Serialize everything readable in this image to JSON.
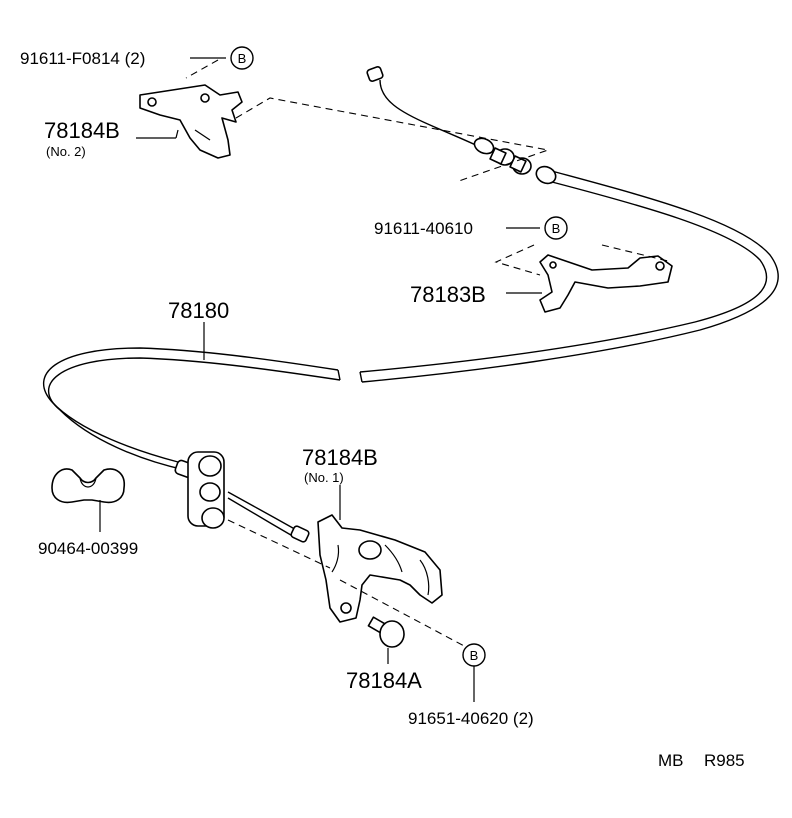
{
  "labels": {
    "bolt_top": "91611-F0814 (2)",
    "bracket_upper": "78184B",
    "bracket_upper_sub": "(No. 2)",
    "bolt_mid": "91611-40610",
    "bracket_78183b": "78183B",
    "cable_78180": "78180",
    "bracket_lower": "78184B",
    "bracket_lower_sub": "(No. 1)",
    "clip": "90464-00399",
    "stopper": "78184A",
    "bolt_bottom": "91651-40620 (2)",
    "marker_b": "B",
    "footer_mb": "MB",
    "footer_code": "R985"
  },
  "colors": {
    "line": "#000000",
    "background": "#ffffff"
  },
  "icons": [
    "circled-b-icon"
  ]
}
